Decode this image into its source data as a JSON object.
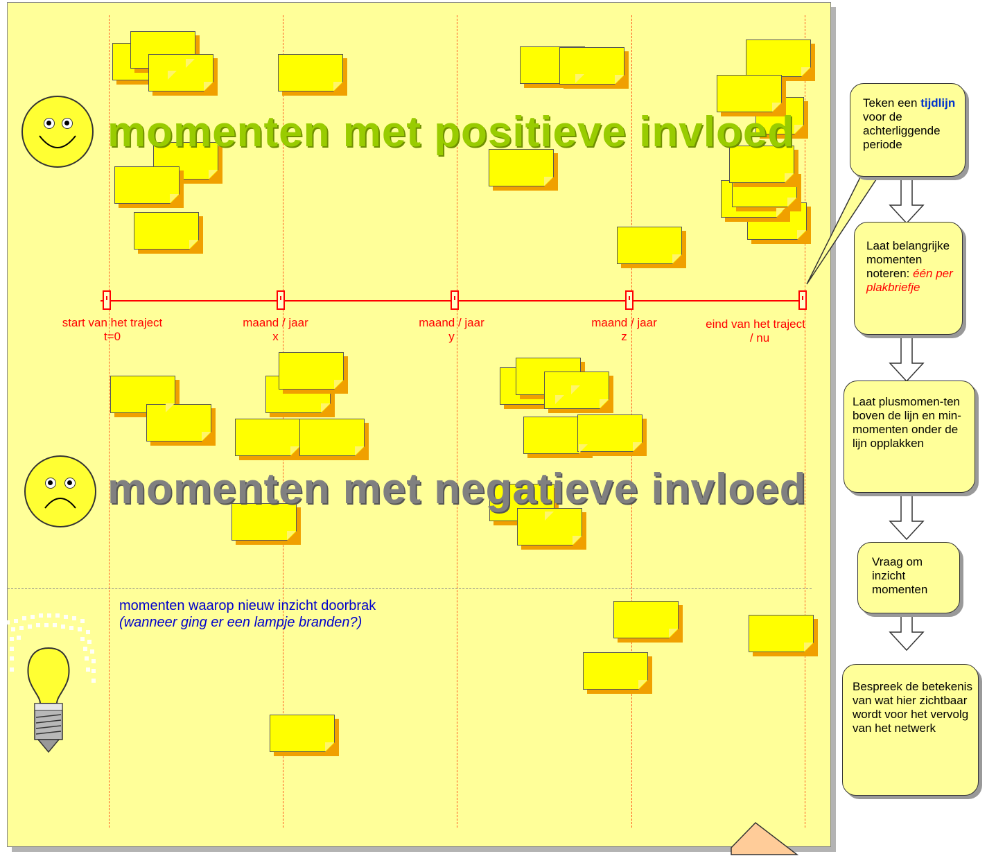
{
  "headings": {
    "positive": "momenten met positieve invloed",
    "negative": "momenten met negatieve invloed"
  },
  "timeline": {
    "labels": [
      {
        "line1": "start van het traject",
        "line2": "t=0"
      },
      {
        "line1": "maand / jaar",
        "line2": "x"
      },
      {
        "line1": "maand / jaar",
        "line2": "y"
      },
      {
        "line1": "maand / jaar",
        "line2": "z"
      },
      {
        "line1": "eind van het traject",
        "line2": "/ nu"
      }
    ]
  },
  "insight": {
    "line1": "momenten waarop nieuw inzicht doorbrak",
    "line2": "(wanneer ging er een lampje branden?)"
  },
  "steps": {
    "step1": {
      "pre": "Teken een",
      "highlight": "tijdlijn",
      "post": "voor de achterliggende periode"
    },
    "step2": {
      "pre": "Laat belangrijke momenten noteren:",
      "highlight": "één per plakbriefje"
    },
    "step3": {
      "text": "Laat plusmomen-ten boven de lijn en min-momenten onder de lijn opplakken"
    },
    "step4": {
      "text": "Vraag om inzicht momenten"
    },
    "step5": {
      "text": "Bespreek de betekenis van wat hier zichtbaar wordt voor het vervolg van het netwerk"
    }
  },
  "colors": {
    "board": "#ffff99",
    "note": "#ffff00",
    "note_shadow": "#f0a000",
    "timeline": "#ff0000",
    "positive_text": "#99cc00",
    "negative_text": "#808080",
    "insight_text": "#0000cc"
  }
}
